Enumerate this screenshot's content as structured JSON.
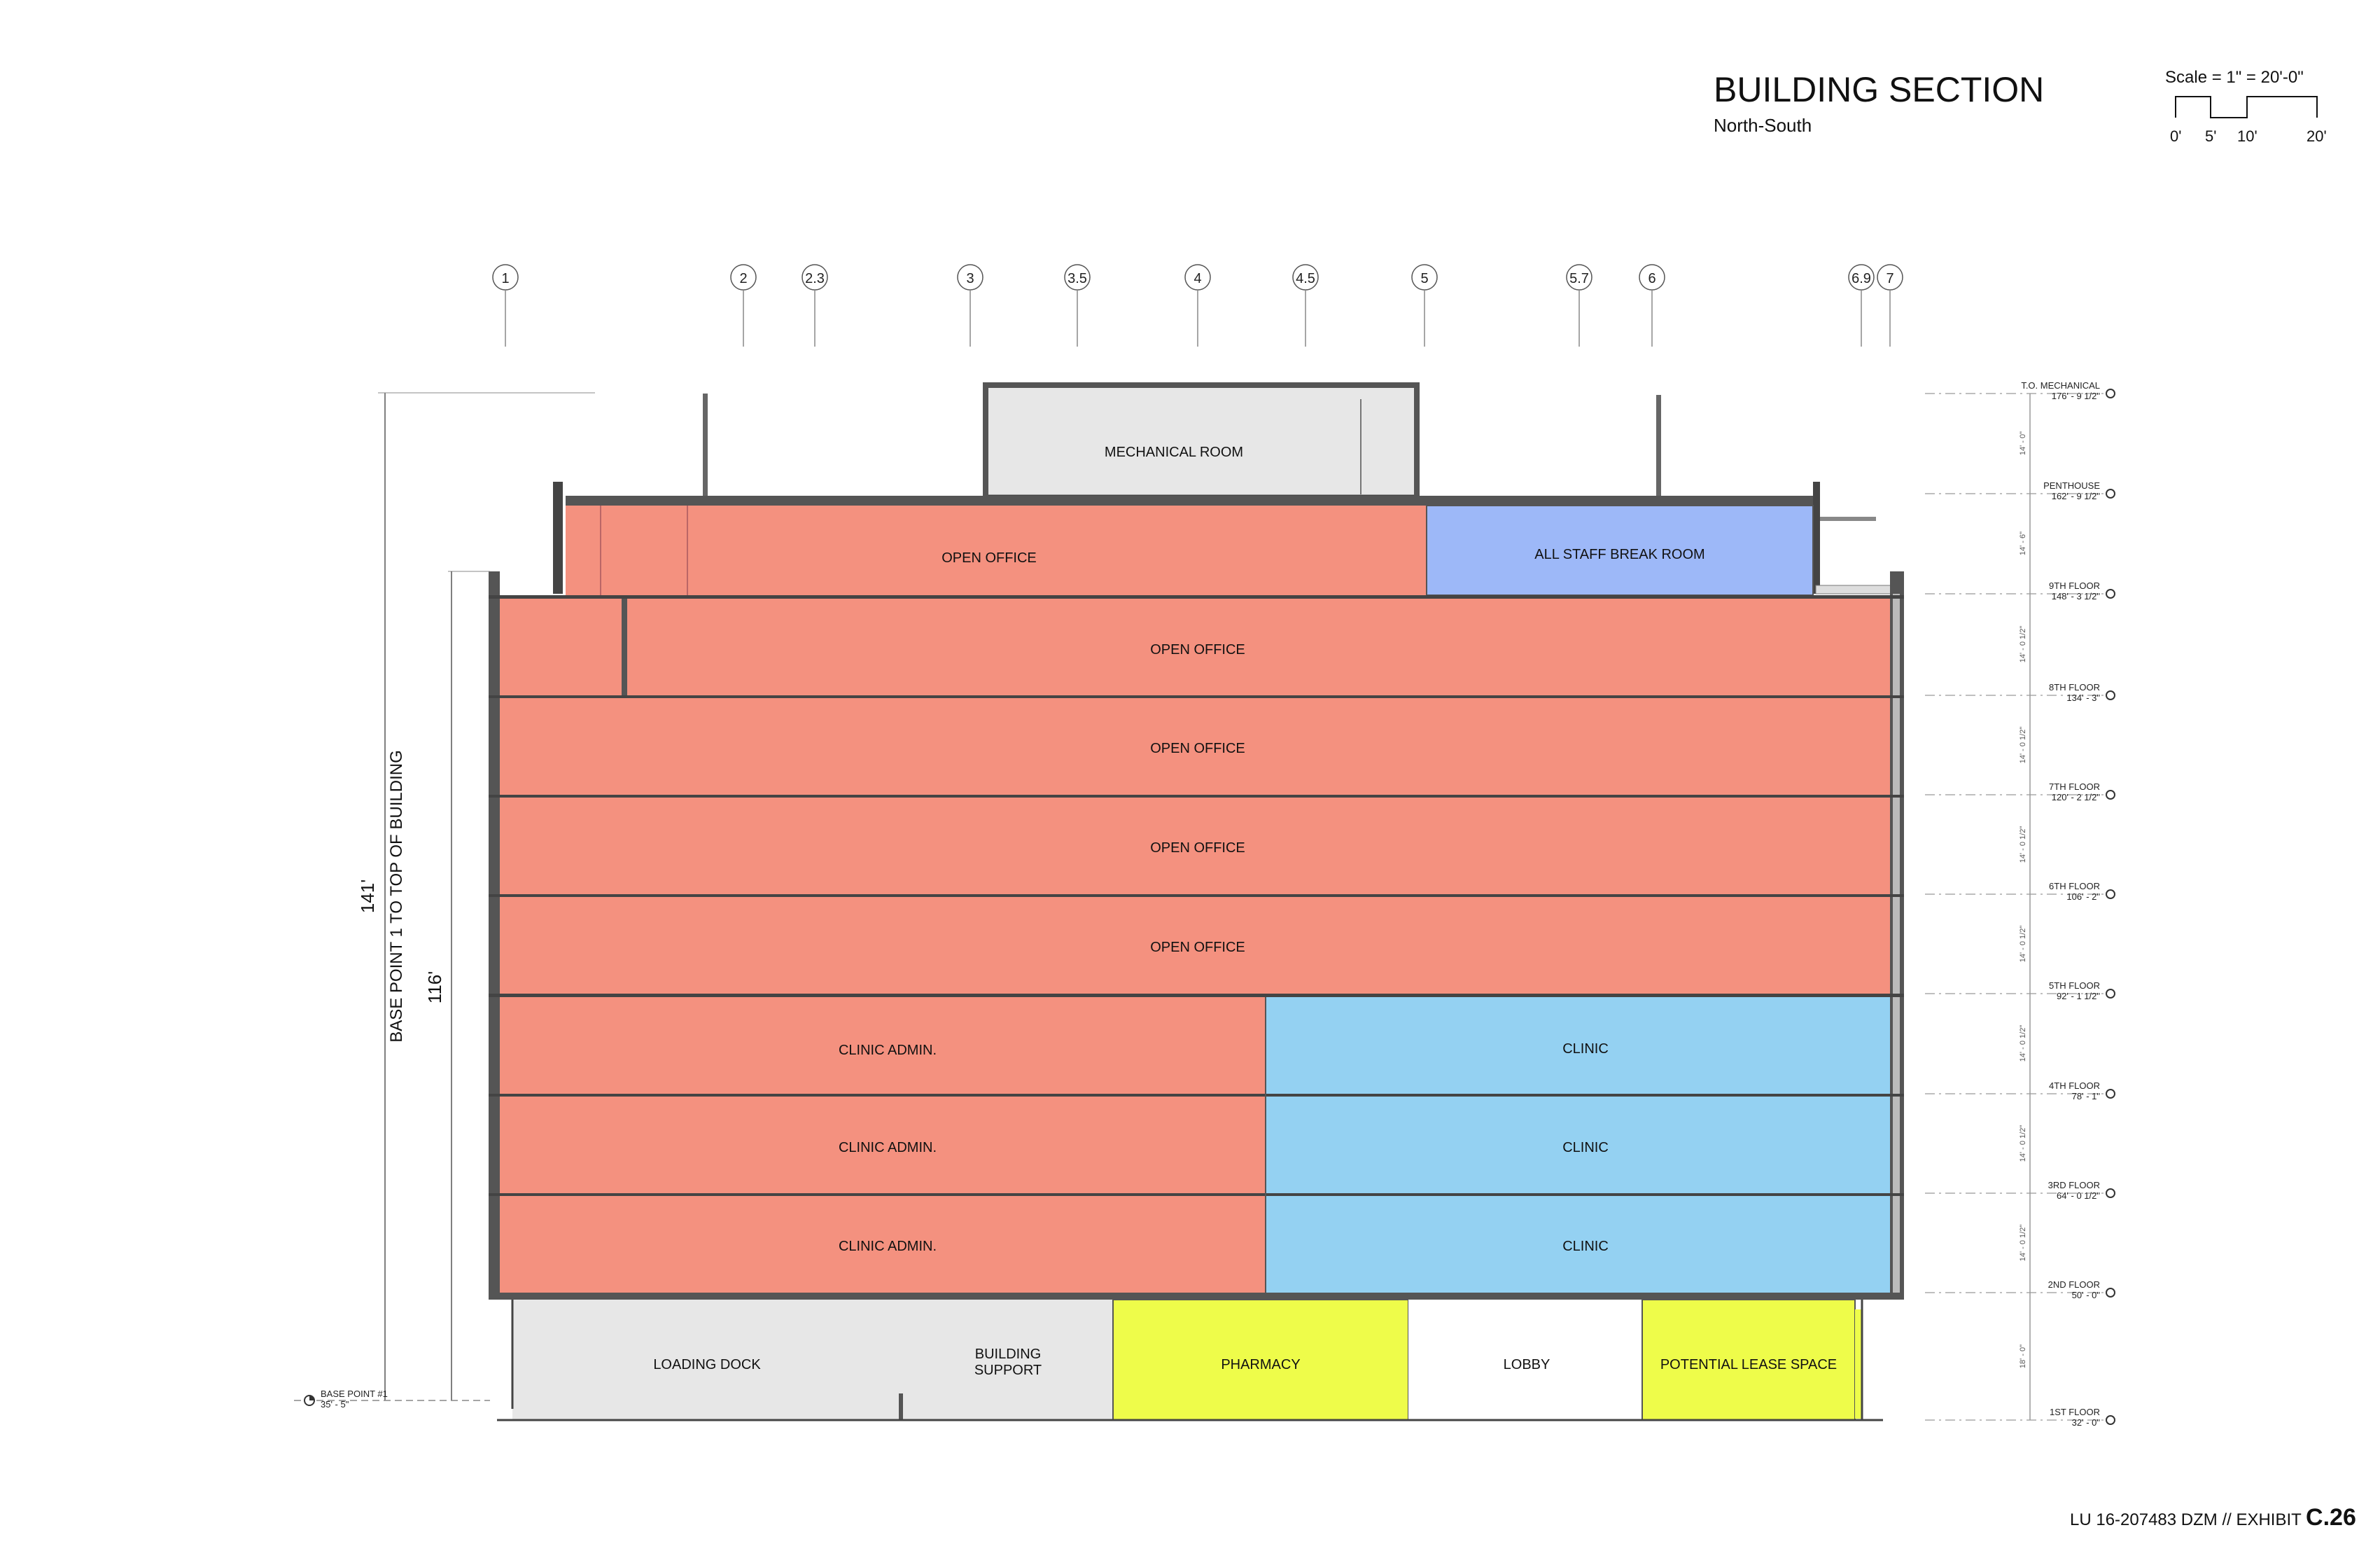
{
  "title": "BUILDING SECTION",
  "subtitle": "North-South",
  "scale": {
    "label": "Scale = 1\" = 20'-0\"",
    "ticks": [
      "0'",
      "5'",
      "10'",
      "20'"
    ]
  },
  "exhibit": {
    "prefix": "LU 16-207483 DZM // EXHIBIT ",
    "number": "C.26"
  },
  "colors": {
    "office": "#f4917f",
    "break_room": "#9db8f8",
    "clinic": "#94d1f2",
    "pharmacy": "#eefc4a",
    "support": "#e7e7e7",
    "lobby": "#ffffff"
  },
  "grid_lines": [
    "1",
    "2",
    "2.3",
    "3",
    "3.5",
    "4",
    "4.5",
    "5",
    "5.7",
    "6",
    "6.9",
    "7"
  ],
  "levels": [
    {
      "name": "T.O. MECHANICAL",
      "elev": "176' - 9 1/2\""
    },
    {
      "name": "PENTHOUSE",
      "elev": "162' - 9 1/2\""
    },
    {
      "name": "9TH FLOOR",
      "elev": "148' - 3 1/2\""
    },
    {
      "name": "8TH FLOOR",
      "elev": "134' - 3\""
    },
    {
      "name": "7TH FLOOR",
      "elev": "120' - 2 1/2\""
    },
    {
      "name": "6TH FLOOR",
      "elev": "106' - 2\""
    },
    {
      "name": "5TH FLOOR",
      "elev": "92' - 1 1/2\""
    },
    {
      "name": "4TH FLOOR",
      "elev": "78' - 1\""
    },
    {
      "name": "3RD FLOOR",
      "elev": "64' - 0 1/2\""
    },
    {
      "name": "2ND FLOOR",
      "elev": "50' - 0\""
    },
    {
      "name": "1ST FLOOR",
      "elev": "32' - 0\""
    }
  ],
  "floor_to_floor": [
    "14' - 0\"",
    "14' - 6\"",
    "14' - 0 1/2\"",
    "14' - 0 1/2\"",
    "14' - 0 1/2\"",
    "14' - 0 1/2\"",
    "14' - 0 1/2\"",
    "14' - 0 1/2\"",
    "14' - 0 1/2\"",
    "18' - 0\""
  ],
  "rooms": {
    "mechanical": "MECHANICAL ROOM",
    "f9_office": "OPEN OFFICE",
    "f9_break": "ALL STAFF BREAK ROOM",
    "f8_office": "OPEN OFFICE",
    "f7_office": "OPEN OFFICE",
    "f6_office": "OPEN OFFICE",
    "f5_office": "OPEN OFFICE",
    "f4_admin": "CLINIC ADMIN.",
    "f4_clinic": "CLINIC",
    "f3_admin": "CLINIC ADMIN.",
    "f3_clinic": "CLINIC",
    "f2_admin": "CLINIC ADMIN.",
    "f2_clinic": "CLINIC",
    "loading_dock": "LOADING DOCK",
    "building_support_1": "BUILDING",
    "building_support_2": "SUPPORT",
    "pharmacy": "PHARMACY",
    "lobby": "LOBBY",
    "lease": "POTENTIAL LEASE SPACE"
  },
  "dimensions": {
    "overall_height": "141'",
    "overall_note": "BASE POINT 1 TO TOP OF BUILDING",
    "main_height": "116'"
  },
  "base_point": {
    "name": "BASE POINT #1",
    "elev": "35' - 5\""
  }
}
